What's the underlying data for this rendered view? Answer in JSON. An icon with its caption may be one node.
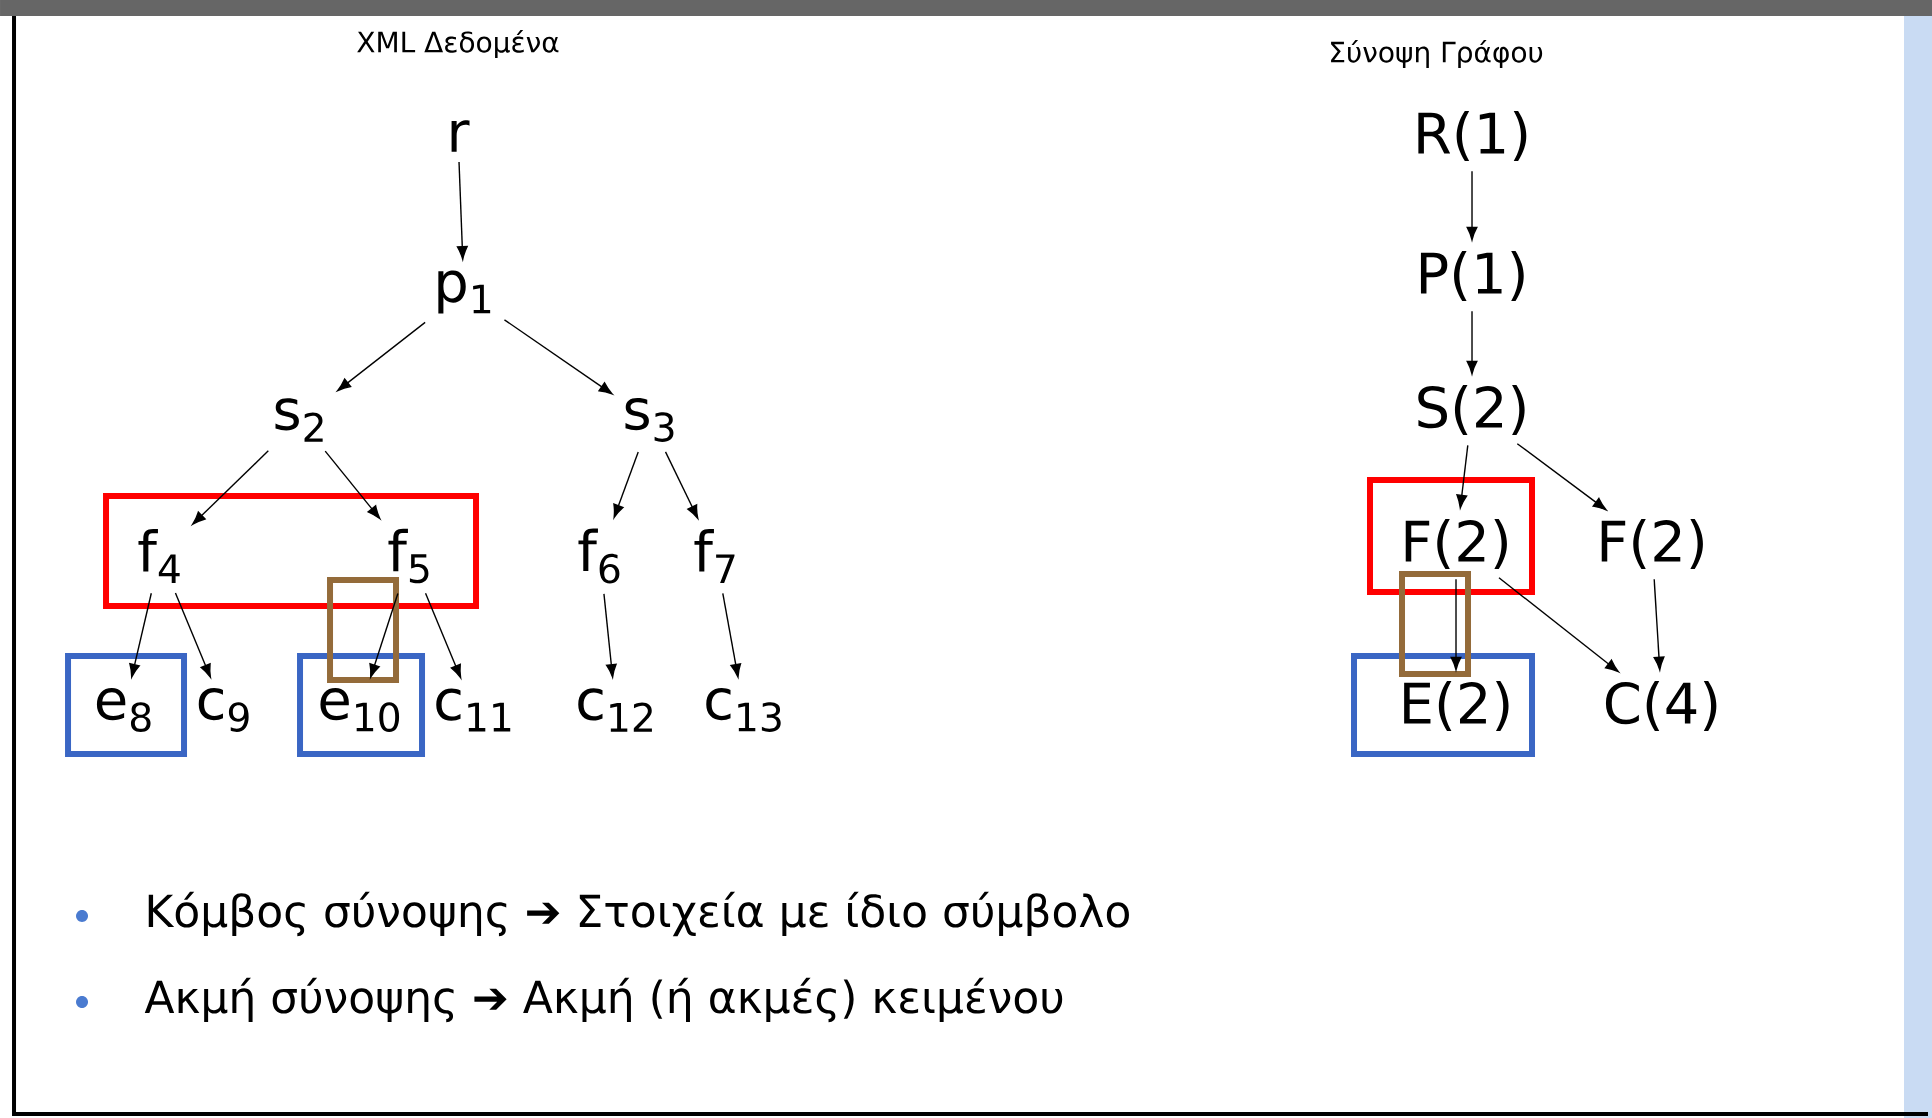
{
  "diagram": {
    "nodes": [
      {
        "text": [
          "r"
        ]
      },
      {
        "text": [
          "p$_{1}$"
        ]
      },
      {
        "text": [
          "s$_{2}$"
        ]
      },
      {
        "text": [
          "s$_{3}$"
        ]
      },
      {
        "text": [
          "f$_{4}$"
        ]
      },
      {
        "text": [
          "f$_{5}$"
        ]
      },
      {
        "text": [
          "f$_{6}$"
        ]
      },
      {
        "text": [
          "f$_{7}$"
        ]
      },
      {
        "text": [
          "e$_{8}$"
        ]
      },
      {
        "text": [
          "c$_{9}$"
        ]
      },
      {
        "text": [
          "e$_{10}$"
        ]
      },
      {
        "text": [
          "c$_{11}$"
        ]
      },
      {
        "text": [
          "c$_{12}$"
        ]
      },
      {
        "text": [
          "c$_{13}$"
        ]
      },
      {
        "text": [
          "R(1)"
        ]
      },
      {
        "text": [
          "P(1)"
        ]
      },
      {
        "text": [
          "S(2)"
        ]
      },
      {
        "text": [
          "F(2)"
        ]
      },
      {
        "text": [
          "F(2)"
        ]
      },
      {
        "text": [
          "E(2)"
        ]
      },
      {
        "text": [
          "C(4)"
        ]
      }
    ],
    "edges": [
      {
        "from": 0,
        "to": 1,
        "arrow": "to"
      },
      {
        "from": 1,
        "to": 2,
        "arrow": "to"
      },
      {
        "from": 1,
        "to": 3,
        "arrow": "to"
      },
      {
        "from": 2,
        "to": 4,
        "arrow": "to"
      },
      {
        "from": 2,
        "to": 5,
        "arrow": "to"
      },
      {
        "from": 3,
        "to": 6,
        "arrow": "to"
      },
      {
        "from": 3,
        "to": 7,
        "arrow": "to"
      },
      {
        "from": 4,
        "to": 8,
        "arrow": "to"
      },
      {
        "from": 4,
        "to": 9,
        "arrow": "to"
      },
      {
        "from": 5,
        "to": 10,
        "arrow": "to"
      },
      {
        "from": 5,
        "to": 11,
        "arrow": "to"
      },
      {
        "from": 6,
        "to": 12,
        "arrow": "to"
      },
      {
        "from": 7,
        "to": 13,
        "arrow": "to"
      },
      {
        "from": 14,
        "to": 15,
        "arrow": "to"
      },
      {
        "from": 15,
        "to": 16,
        "arrow": "to"
      },
      {
        "from": 16,
        "to": 17,
        "arrow": "to"
      },
      {
        "from": 16,
        "to": 18,
        "arrow": "to"
      },
      {
        "from": 17,
        "to": 19,
        "arrow": "to"
      },
      {
        "from": 17,
        "to": 20,
        "arrow": "to"
      },
      {
        "from": 18,
        "to": 20,
        "arrow": "to"
      }
    ],
    "labels": [
      "XML Δεδομένα",
      "Σύνοψη Γράφου",
      "Κόμβος σύνοψης ➔ Στοιχεία με ίδιο σύμβολο",
      "Ακμή σύνοψης ➔ Ακμή (ή ακμές) κειμένου"
    ]
  }
}
